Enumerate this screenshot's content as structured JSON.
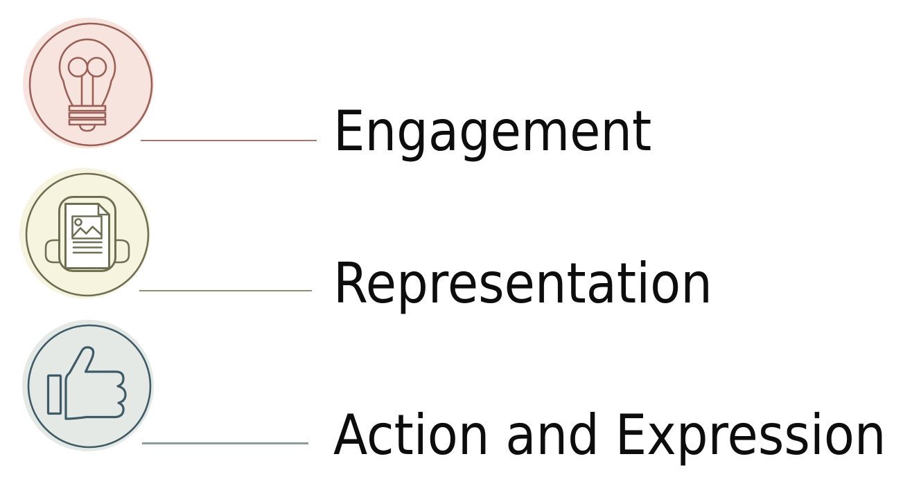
{
  "canvas": {
    "background": "#ffffff",
    "text_color": "#0d0d0d"
  },
  "items": [
    {
      "label": "Engagement",
      "icon": "lightbulb-icon",
      "circle_fill": "#f8e4de",
      "circle_stroke": "#9a6057",
      "connector_color": "#a5786f"
    },
    {
      "label": "Representation",
      "icon": "document-headphones-icon",
      "circle_fill": "#f6f4df",
      "circle_stroke": "#6e6e52",
      "connector_color": "#8f8f72"
    },
    {
      "label": "Action and Expression",
      "icon": "thumbs-up-icon",
      "circle_fill": "#e4e9e6",
      "circle_stroke": "#3e5a66",
      "connector_color": "#8a9c9c"
    }
  ]
}
